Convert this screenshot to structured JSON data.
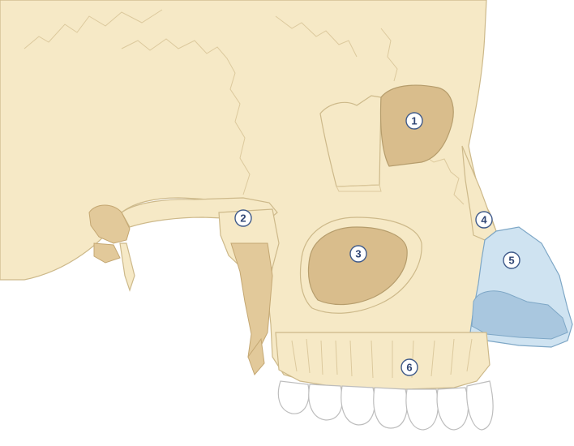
{
  "diagram": {
    "labels": [
      {
        "id": "label-1",
        "text": "1"
      },
      {
        "id": "label-2",
        "text": "2"
      },
      {
        "id": "label-3",
        "text": "3"
      },
      {
        "id": "label-4",
        "text": "4"
      },
      {
        "id": "label-5",
        "text": "5"
      },
      {
        "id": "label-6",
        "text": "6"
      }
    ],
    "colors": {
      "bone": "#f6e9c6",
      "sinus": "#d9bd8c",
      "cartilage": "#cfe3f1",
      "teeth": "#ffffff",
      "label_outline": "#3f5a8a"
    }
  }
}
